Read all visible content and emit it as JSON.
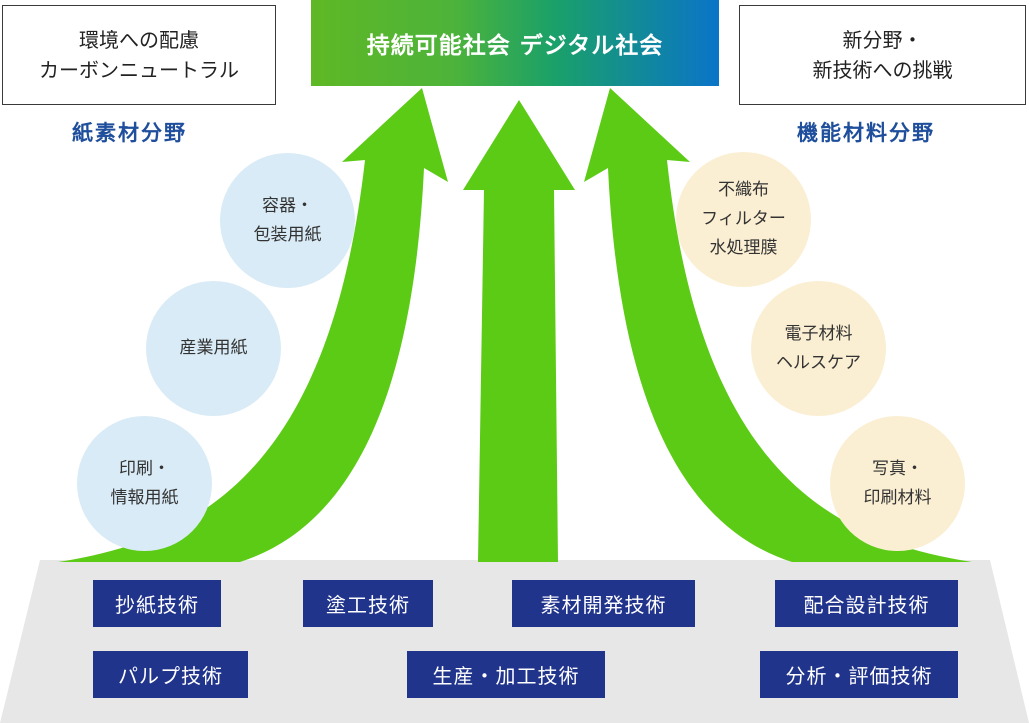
{
  "goal": {
    "label": "持続可能社会 デジタル社会"
  },
  "left_box": {
    "line1": "環境への配慮",
    "line2": "カーボンニュートラル"
  },
  "right_box": {
    "line1": "新分野・",
    "line2": "新技術への挑戦"
  },
  "left_field": {
    "label": "紙素材分野"
  },
  "right_field": {
    "label": "機能材料分野"
  },
  "left_circles": [
    {
      "line1": "容器・",
      "line2": "包装用紙"
    },
    {
      "line1": "産業用紙",
      "line2": ""
    },
    {
      "line1": "印刷・",
      "line2": "情報用紙"
    }
  ],
  "right_circles": [
    {
      "line1": "不織布",
      "line2": "フィルター",
      "line3": "水処理膜"
    },
    {
      "line1": "電子材料",
      "line2": "ヘルスケア"
    },
    {
      "line1": "写真・",
      "line2": "印刷材料"
    }
  ],
  "technologies": [
    {
      "label": "抄紙技術"
    },
    {
      "label": "塗工技術"
    },
    {
      "label": "素材開発技術"
    },
    {
      "label": "配合設計技術"
    },
    {
      "label": "パルプ技術"
    },
    {
      "label": "生産・加工技術"
    },
    {
      "label": "分析・評価技術"
    }
  ],
  "colors": {
    "arrow_green": "#5ccb16",
    "goal_start": "#5fb825",
    "goal_end": "#0a74c8",
    "tech_box": "#21348c",
    "base": "#e7e7e7",
    "circle_blue": "#d9ebf6",
    "circle_cream": "#fbefd3",
    "field_label": "#1f4f9c"
  }
}
